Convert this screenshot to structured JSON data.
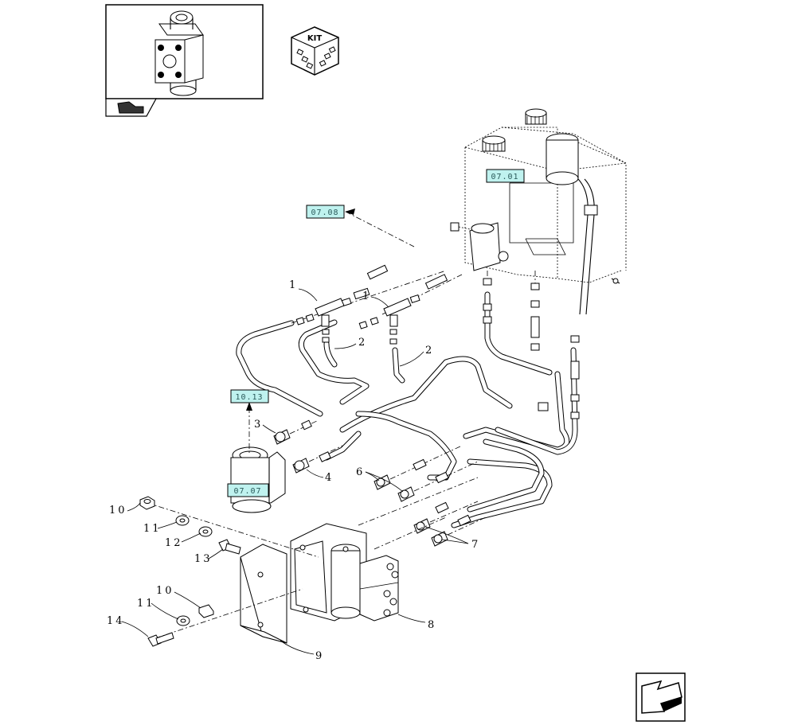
{
  "kit_badge": {
    "label": "KIT"
  },
  "references": [
    {
      "id": "ref-07-01",
      "label": "07.01"
    },
    {
      "id": "ref-07-08",
      "label": "07.08"
    },
    {
      "id": "ref-10-13",
      "label": "10.13"
    },
    {
      "id": "ref-07-07",
      "label": "07.07"
    }
  ],
  "callouts": [
    "1",
    "1",
    "2",
    "2",
    "3",
    "4",
    "6",
    "7",
    "8",
    "9",
    "10",
    "10",
    "11",
    "11",
    "12",
    "13",
    "14"
  ],
  "icons": {
    "thumbnail": "valve-block-thumbnail-icon",
    "thumbnail_tab": "hand-pointer-icon",
    "kit": "kit-box-icon",
    "navigation": "previous-page-arrow-icon"
  }
}
